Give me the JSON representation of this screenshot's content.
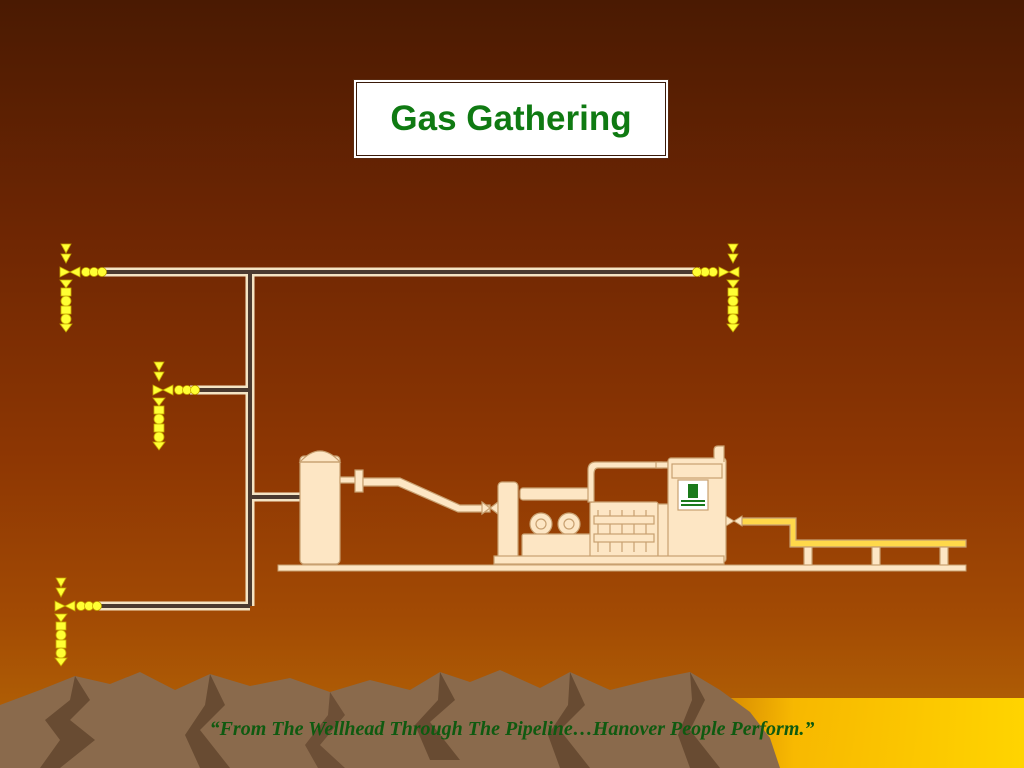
{
  "slide": {
    "title": "Gas Gathering",
    "tagline": "“From The Wellhead Through The Pipeline…Hanover People Perform.”"
  },
  "diagram": {
    "elements": [
      {
        "id": "wellhead-1",
        "icon": "wellhead-valve-icon"
      },
      {
        "id": "wellhead-2",
        "icon": "wellhead-valve-icon"
      },
      {
        "id": "wellhead-3",
        "icon": "wellhead-valve-icon"
      },
      {
        "id": "wellhead-4",
        "icon": "wellhead-valve-icon"
      },
      {
        "id": "gathering-pipeline",
        "icon": "pipeline"
      },
      {
        "id": "separator-tank",
        "icon": "vertical-tank-icon"
      },
      {
        "id": "compressor-package",
        "icon": "compressor-icon"
      },
      {
        "id": "sales-pipeline",
        "icon": "elevated-pipeline"
      },
      {
        "id": "mountains",
        "icon": "mountain-range"
      }
    ]
  },
  "colors": {
    "background_top": "#4a1a02",
    "background_bottom": "#b86a06",
    "wellhead": "#ffff33",
    "pipe_outline": "#f4e4c4",
    "pipe_core": "#4a3a30",
    "equipment_fill": "#fde6c4",
    "equipment_stroke": "#c8a070",
    "title_text": "#0f7a12",
    "tagline_text": "#0f5a10",
    "mountain": "#7a5a40",
    "sun_glow": "#ffcc00"
  }
}
